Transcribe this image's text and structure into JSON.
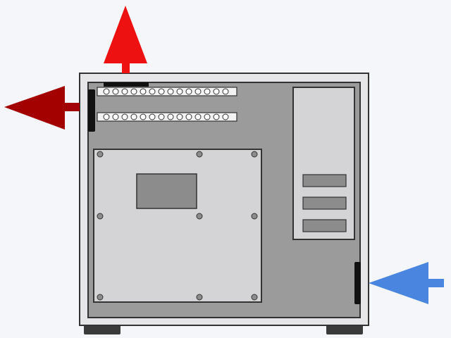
{
  "colors": {
    "background": "#f4f6fa",
    "case_outer": "#e6e6e8",
    "case_inner": "#9b9b9b",
    "panel_light": "#d4d4d6",
    "outline": "#333333",
    "slot_dark": "#8c8c8c",
    "fan_mount": "#111111",
    "foot": "#3a3a3a",
    "exhaust_top": "#ee1111",
    "exhaust_rear": "#a30000",
    "intake_front": "#4a86e0"
  },
  "diagram": {
    "airflow": [
      {
        "id": "exhaust-top",
        "direction": "up",
        "icon": "arrow-up-icon"
      },
      {
        "id": "exhaust-rear",
        "direction": "left",
        "icon": "arrow-left-icon"
      },
      {
        "id": "intake-front",
        "direction": "left",
        "icon": "arrow-left-icon"
      }
    ],
    "vent_rows": 2,
    "vent_holes_per_row": 14,
    "drive_bays": 3,
    "motherboard_screw_holes": 9,
    "feet": 2
  }
}
